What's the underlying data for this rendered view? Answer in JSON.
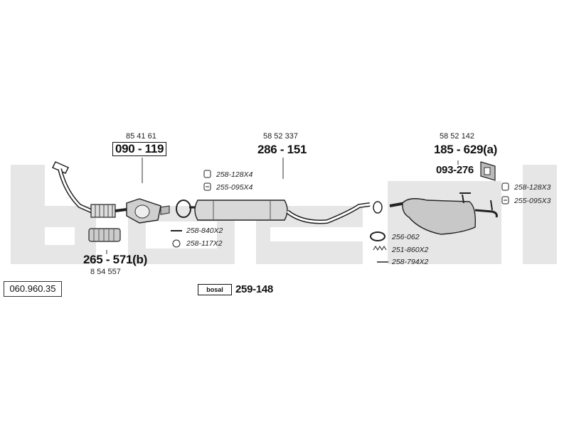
{
  "diagram": {
    "reference": "060.960.35",
    "watermark_color": "#e6e6e6",
    "parts": [
      {
        "id": "front_pipe",
        "oe": "85 41 61",
        "part_number": "090 - 119",
        "boxed": true
      },
      {
        "id": "middle_silencer",
        "oe": "58 52 337",
        "part_number": "286 - 151",
        "boxed": false
      },
      {
        "id": "rear_silencer",
        "oe": "58 52 142",
        "part_number": "185 - 629(a)",
        "boxed": false
      },
      {
        "id": "flex_pipe",
        "oe": "8 54 557",
        "part_number": "265 - 571(b)",
        "boxed": false
      },
      {
        "id": "rear_bracket",
        "part_number": "093-276"
      }
    ],
    "accessories": [
      {
        "id": "acc1",
        "label": "258-128X4",
        "icon": "rubber-hanger-icon"
      },
      {
        "id": "acc2",
        "label": "255-095X4",
        "icon": "clamp-icon"
      },
      {
        "id": "acc3",
        "label": "258-840X2",
        "icon": "bolt-icon"
      },
      {
        "id": "acc4",
        "label": "258-117X2",
        "icon": "ring-gasket-icon"
      },
      {
        "id": "acc5",
        "label": "256-062",
        "icon": "flange-gasket-icon"
      },
      {
        "id": "acc6",
        "label": "251-860X2",
        "icon": "spring-icon"
      },
      {
        "id": "acc7",
        "label": "258-794X2",
        "icon": "bolt-icon"
      },
      {
        "id": "acc8",
        "label": "258-128X3",
        "icon": "rubber-hanger-icon"
      },
      {
        "id": "acc9",
        "label": "255-095X3",
        "icon": "clamp-icon"
      }
    ],
    "kit": {
      "brand": "bosal",
      "part_number": "259-148"
    }
  }
}
